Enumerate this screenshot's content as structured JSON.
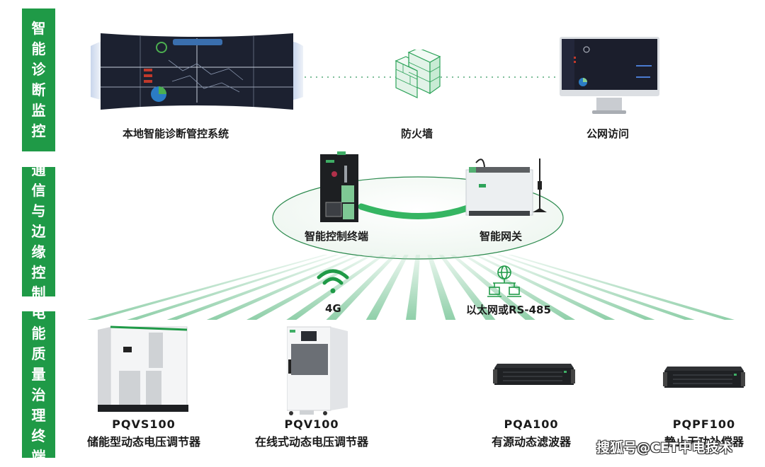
{
  "bands": [
    {
      "title": "智能诊断监控",
      "chars": [
        "智",
        "能",
        "诊",
        "断",
        "监",
        "控"
      ]
    },
    {
      "title": "通信与边缘控制",
      "chars": [
        "通",
        "信",
        "与",
        "边",
        "缘",
        "控",
        "制"
      ]
    },
    {
      "title": "电能质量治理终端",
      "chars": [
        "电",
        "能",
        "质",
        "量",
        "治",
        "理",
        "终",
        "端"
      ]
    }
  ],
  "monitoring": {
    "local_system": "本地智能诊断管控系统",
    "firewall": "防火墙",
    "public_access": "公网访问"
  },
  "communication": {
    "controller": "智能控制终端",
    "gateway": "智能网关",
    "wireless": "4G",
    "wired": "以太网或RS-485"
  },
  "products": [
    {
      "model": "PQVS100",
      "desc": "储能型动态电压调节器"
    },
    {
      "model": "PQV100",
      "desc": "在线式动态电压调节器"
    },
    {
      "model": "PQA100",
      "desc": "有源动态滤波器"
    },
    {
      "model": "PQPF100",
      "desc": "静止无功补偿器"
    }
  ],
  "watermark": "搜狐号@CET中电技术",
  "colors": {
    "accent": "#1f9a47",
    "ray": "#7cc79a"
  }
}
